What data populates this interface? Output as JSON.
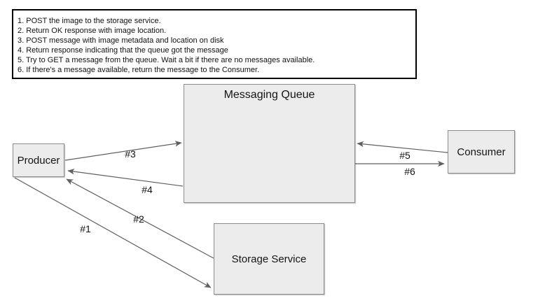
{
  "legend": {
    "steps": [
      "1. POST the image to the storage service.",
      "2. Return OK response with image location.",
      "3. POST message with image metadata and location on disk",
      "4. Return response indicating that the queue got the message",
      "5. Try to GET a message from the queue. Wait a bit if there are no messages available.",
      "6. If there's a message available, return the message to the Consumer."
    ]
  },
  "nodes": {
    "queue": {
      "label": "Messaging Queue"
    },
    "producer": {
      "label": "Producer"
    },
    "consumer": {
      "label": "Consumer"
    },
    "storage": {
      "label": "Storage Service"
    }
  },
  "edges": [
    {
      "label": "#1",
      "from": "Producer",
      "to": "Storage Service"
    },
    {
      "label": "#2",
      "from": "Storage Service",
      "to": "Producer"
    },
    {
      "label": "#3",
      "from": "Producer",
      "to": "Messaging Queue"
    },
    {
      "label": "#4",
      "from": "Messaging Queue",
      "to": "Producer"
    },
    {
      "label": "#5",
      "from": "Consumer",
      "to": "Messaging Queue"
    },
    {
      "label": "#6",
      "from": "Messaging Queue",
      "to": "Consumer"
    }
  ],
  "colors": {
    "background": "#ffffff",
    "node_fill": "#ececec",
    "node_border": "#8c8c8c",
    "arrow": "#5f5f5f",
    "legend_border": "#000000",
    "text": "#1c1c1c"
  }
}
